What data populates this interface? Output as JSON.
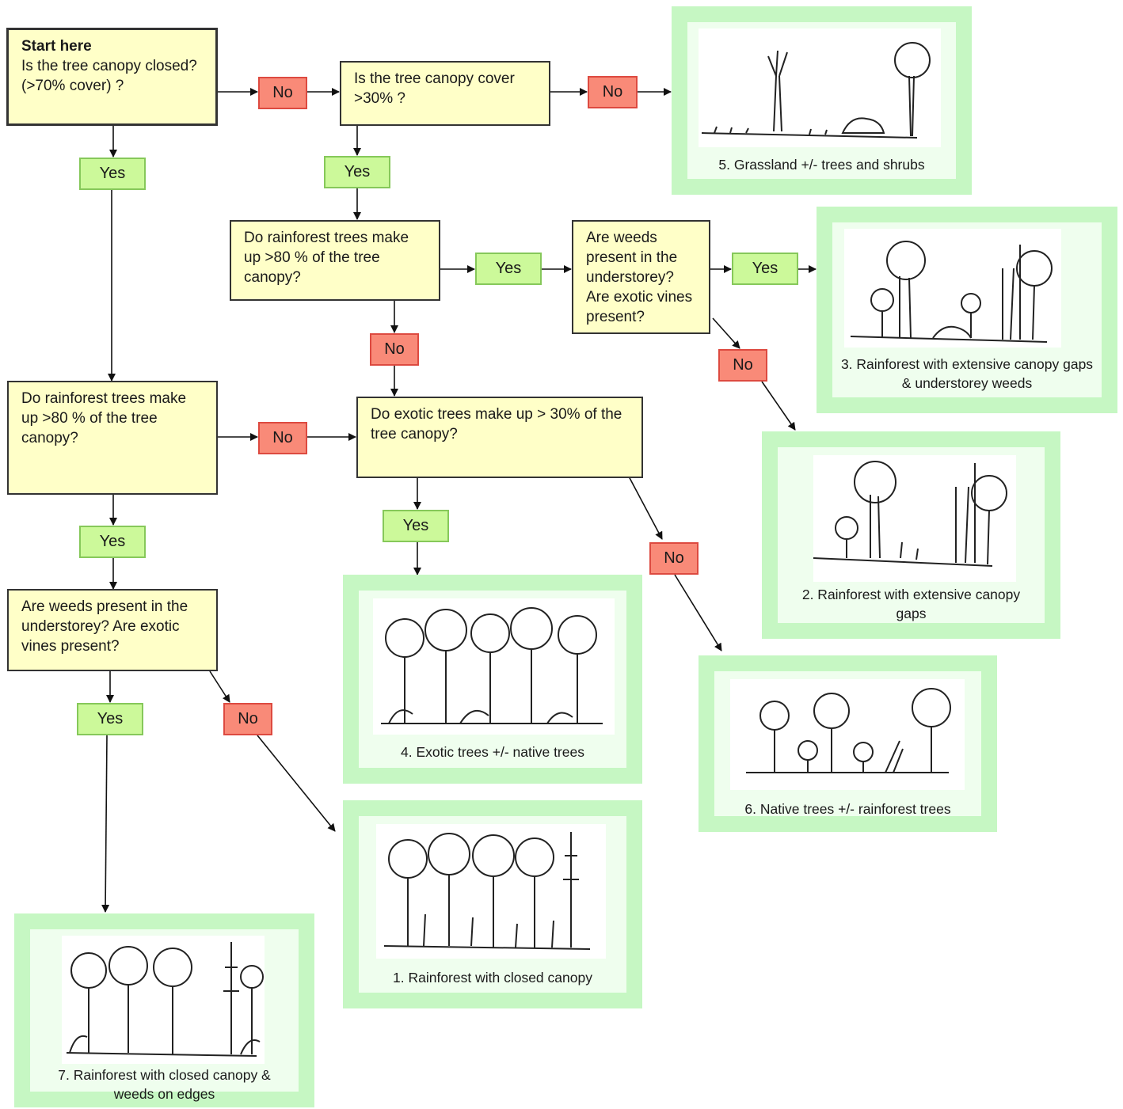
{
  "questions": {
    "q_start_title": "Start here",
    "q_start_text": "Is the tree canopy closed? (>70% cover) ?",
    "q_cover30": "Is the tree canopy cover >30% ?",
    "q_rf80_top": "Do rainforest trees make up >80 % of the tree canopy?",
    "q_weeds_top": "Are weeds present in the understorey? Are exotic vines present?",
    "q_rf80_left": "Do rainforest trees make up >80 % of the tree canopy?",
    "q_exotic30": "Do exotic trees make up > 30% of the tree canopy?",
    "q_weeds_left": "Are weeds present in the understorey? Are exotic vines present?"
  },
  "labels": {
    "yes": "Yes",
    "no": "No"
  },
  "results": {
    "r1": "1. Rainforest with closed canopy",
    "r2": "2. Rainforest with extensive canopy gaps",
    "r3": "3. Rainforest with extensive canopy gaps & understorey weeds",
    "r4": "4. Exotic trees +/- native trees",
    "r5": "5. Grassland +/- trees and shrubs",
    "r6": "6. Native trees +/- rainforest trees",
    "r7": "7. Rainforest with closed canopy & weeds on edges"
  },
  "colors": {
    "question_fill": "#ffffc8",
    "yes_fill": "#ccf99a",
    "no_fill": "#f98a78",
    "result_frame": "#c6f7c3"
  }
}
